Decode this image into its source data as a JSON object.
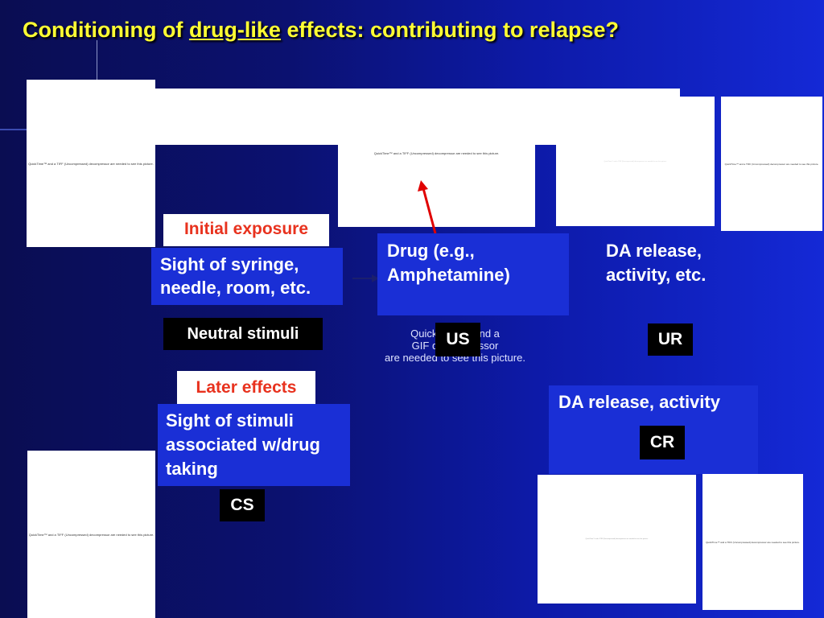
{
  "slide": {
    "title_pre": "Conditioning of ",
    "title_underlined": "drug-like",
    "title_post": " effects:  contributing to relapse?"
  },
  "placeholders": {
    "quicktime_tiff": "QuickTime™ and a TIFF (Uncompressed) decompressor are needed to see this picture."
  },
  "labels": {
    "initial_exposure": "Initial exposure",
    "later_effects": "Later effects"
  },
  "boxes": {
    "neutral_stimulus": "Sight of syringe, needle, room, etc.",
    "drug": "Drug (e.g., Amphetamine)",
    "unconditioned_response": "DA release, activity, etc.",
    "conditioned_stimulus": "Sight of stimuli associated w/drug taking",
    "conditioned_response": "DA release, activity"
  },
  "tags": {
    "neutral_stimuli": "Neutral stimuli",
    "us": "US",
    "ur": "UR",
    "cr": "CR",
    "cs": "CS"
  },
  "gif_placeholder": {
    "line1": "QuickTime™ and a",
    "line2": "GIF decompressor",
    "line3": "are needed to see this picture."
  },
  "colors": {
    "title": "#ffff33",
    "box": "#1a2fd6",
    "label_red": "#e8321e",
    "arrow": "#e00000"
  }
}
